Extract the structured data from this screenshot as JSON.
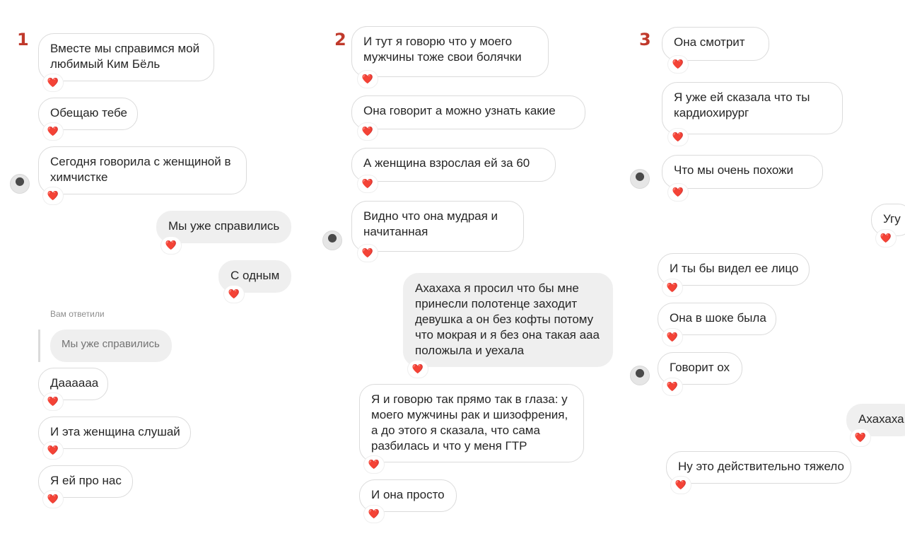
{
  "columns": [
    {
      "number": "1",
      "messages": [
        {
          "text": "Вместе мы справимся мой любимый Ким Бёль",
          "heart": "❤️"
        },
        {
          "text": "Обещаю тебе",
          "heart": "❤️"
        },
        {
          "text": "Сегодня говорила с женщиной в химчистке",
          "heart": "❤️"
        },
        {
          "text": "Мы уже справились",
          "heart": "❤️"
        },
        {
          "text": "С одным",
          "heart": "❤️"
        },
        {
          "text": "Дааааaa",
          "heart": "❤️"
        },
        {
          "text": "И эта женщина слушай",
          "heart": "❤️"
        },
        {
          "text": "Я ей про нас",
          "heart": "❤️"
        }
      ],
      "reply": {
        "label": "Вам ответили",
        "quote": "Мы уже справились"
      }
    },
    {
      "number": "2",
      "messages": [
        {
          "text": "И тут я говорю что у моего мужчины тоже свои болячки",
          "heart": "❤️"
        },
        {
          "text": "Она говорит а можно узнать какие",
          "heart": "❤️"
        },
        {
          "text": "А женщина взрослая ей за 60",
          "heart": "❤️"
        },
        {
          "text": "Видно что она мудрая и начитанная",
          "heart": "❤️"
        },
        {
          "text": "Ахахаха  я просил что бы мне принесли полотенце заходит девушка а он без кофты потому что мокрая и я без она такая ааа положыла и уехала",
          "heart": "❤️"
        },
        {
          "text": "Я и говорю так прямо так в глаза: у моего мужчины рак и шизофрения, а до этого я сказала, что сама разбилась и что у меня ГТР",
          "heart": "❤️"
        },
        {
          "text": "И она просто",
          "heart": "❤️"
        }
      ]
    },
    {
      "number": "3",
      "messages": [
        {
          "text": "Она смотрит",
          "heart": "❤️"
        },
        {
          "text": "Я уже ей сказала что ты кардиохирург",
          "heart": "❤️"
        },
        {
          "text": "Что мы очень похожи",
          "heart": "❤️"
        },
        {
          "text": "Угу",
          "heart": "❤️"
        },
        {
          "text": "И ты бы видел ее лицо",
          "heart": "❤️"
        },
        {
          "text": "Она в шоке была",
          "heart": "❤️"
        },
        {
          "text": "Говорит ох",
          "heart": "❤️"
        },
        {
          "text": "Ахахаха",
          "heart": "❤️"
        },
        {
          "text": "Ну это действительно тяжело",
          "heart": "❤️"
        }
      ]
    }
  ],
  "colors": {
    "accent_number": "#c0392b",
    "heart": "#ed4956",
    "outgoing_bubble": "#efefef",
    "incoming_border": "#dbdbdb"
  },
  "icons": {
    "avatar": "avatar-icon",
    "heart": "heart-icon"
  }
}
